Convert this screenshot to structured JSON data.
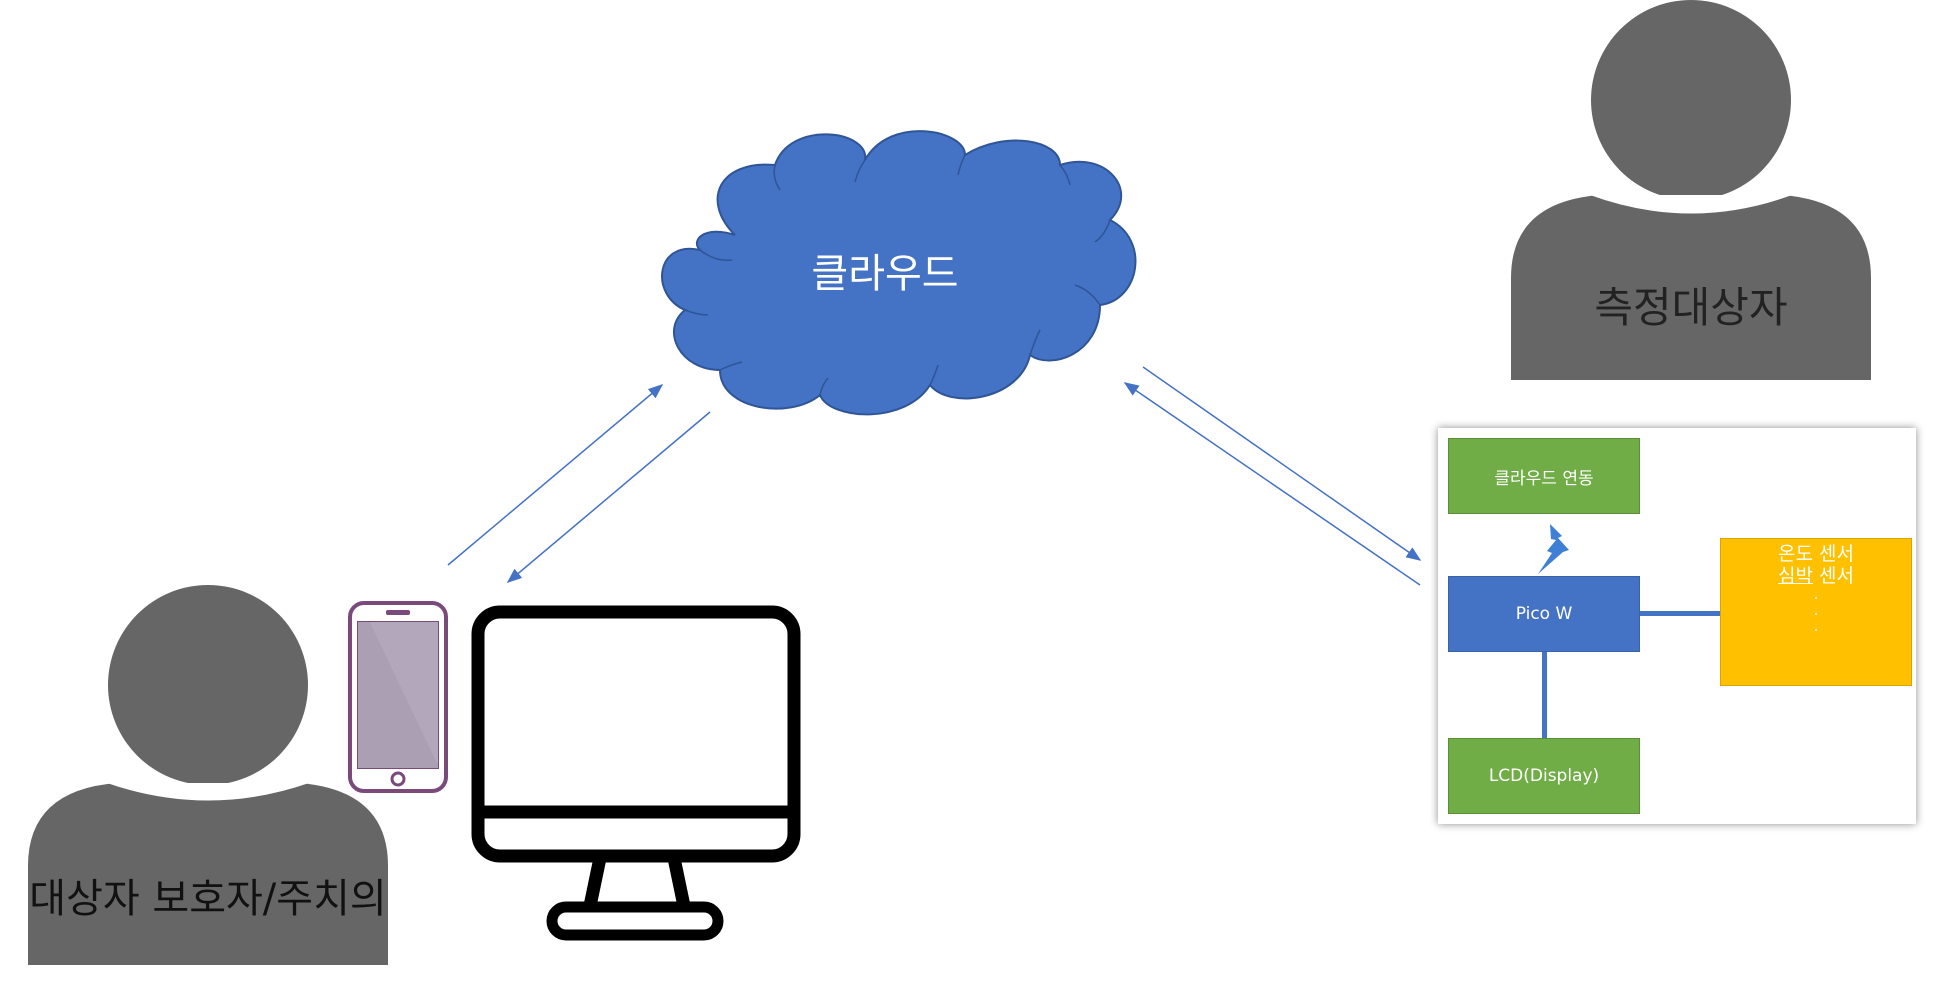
{
  "cloud": {
    "label": "클라우드"
  },
  "subject": {
    "label": "측정대상자"
  },
  "guardian": {
    "label": "대상자 보호자/주치의"
  },
  "device_panel": {
    "cloud_link": "클라우드 연동",
    "controller": "Pico W",
    "display": "LCD(Display)",
    "sensors": {
      "line1": "온도 센서",
      "line2_underlined": "심박",
      "line2_rest": " 센서",
      "dots": [
        ".",
        ".",
        "."
      ]
    }
  },
  "colors": {
    "person": "#666666",
    "cloud_fill": "#4472c4",
    "cloud_stroke": "#2f5597",
    "arrow": "#4472c4",
    "green": "#70ad47",
    "blue": "#4472c4",
    "yellow": "#ffc000",
    "phone": "#7a4a7a",
    "monitor": "#000000"
  },
  "icons": [
    "person-icon",
    "cloud-shape",
    "smartphone-icon",
    "monitor-icon",
    "lightning-bolt-icon"
  ]
}
